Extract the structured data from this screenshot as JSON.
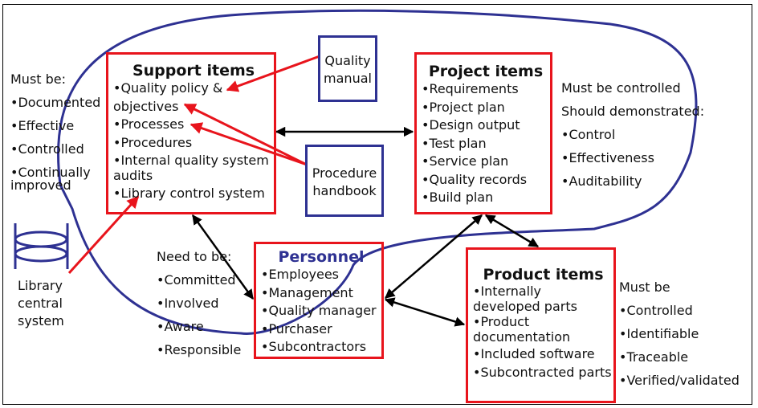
{
  "colors": {
    "red_box": "#e8141c",
    "blue_box": "#2e3192",
    "blue_curve": "#2e3192",
    "personnel_title": "#2e3192",
    "arrow": "#000000"
  },
  "support": {
    "title": "Support items",
    "items": [
      "•Quality policy &",
      "objectives",
      "•Processes",
      "•Procedures",
      "•Internal quality system",
      "audits",
      "•Library control system"
    ]
  },
  "project": {
    "title": "Project items",
    "items": [
      "•Requirements",
      "•Project plan",
      "•Design output",
      "•Test plan",
      "•Service plan",
      "•Quality records",
      "•Build plan"
    ]
  },
  "personnel": {
    "title": "Personnel",
    "items": [
      "•Employees",
      "•Management",
      "•Quality manager",
      "•Purchaser",
      "•Subcontractors"
    ]
  },
  "product": {
    "title": "Product items",
    "items": [
      "•Internally",
      "developed parts",
      "•Product",
      "documentation",
      "•Included software",
      "•Subcontracted parts"
    ]
  },
  "quality_manual": {
    "line1": "Quality",
    "line2": "manual"
  },
  "procedure_handbook": {
    "line1": "Procedure",
    "line2": "handbook"
  },
  "library": {
    "line1": "Library",
    "line2": "central",
    "line3": "system"
  },
  "notes": {
    "support": [
      "Must be:",
      "•Documented",
      "•Effective",
      "•Controlled",
      "•Continually",
      "improved"
    ],
    "project": [
      "Must be controlled",
      "Should demonstrated:",
      "•Control",
      "•Effectiveness",
      "•Auditability"
    ],
    "personnel": [
      "Need to be:",
      "•Committed",
      "•Involved",
      "•Aware",
      "•Responsible"
    ],
    "product": [
      "Must be",
      "•Controlled",
      "•Identifiable",
      "•Traceable",
      "•Verified/validated"
    ]
  }
}
